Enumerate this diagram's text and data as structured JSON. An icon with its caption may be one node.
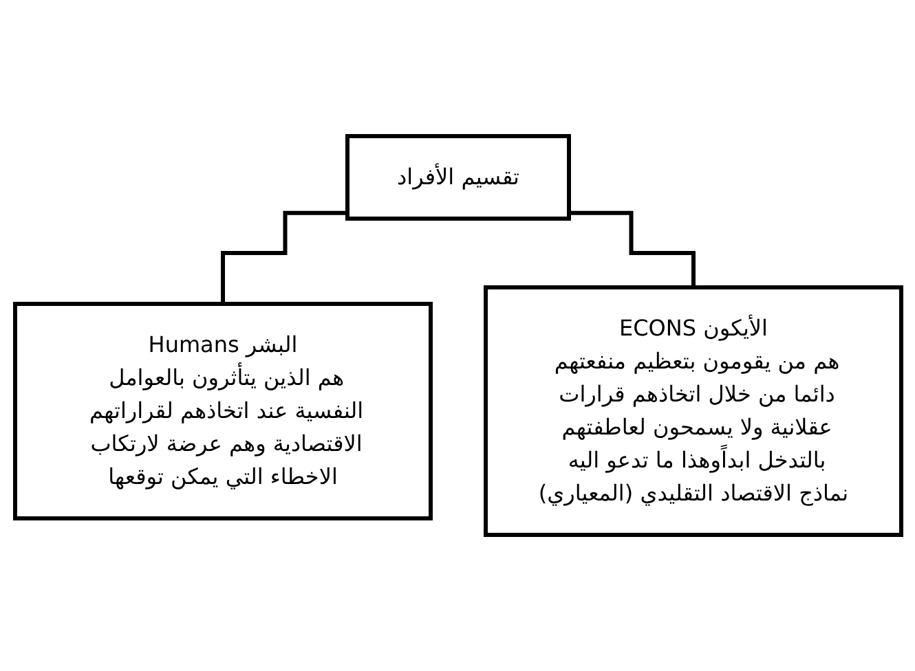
{
  "diagram": {
    "nodes": [
      {
        "text": [
          "تقسيم الأفراد"
        ]
      },
      {
        "text": [
          "البشر Humans",
          "هم الذين يتأثرون بالعوامل النفسية عند اتخاذهم لقراراتهم الاقتصادية وهم عرضة لارتكاب الاخطاء التي يمكن توقعها"
        ]
      },
      {
        "text": [
          "الأيكون ECONS",
          "هم من يقومون بتعظيم منفعتهم دائما من خلال اتخاذهم قرارات عقلانية ولا يسمحون لعاطفتهم بالتدخل ابداًوهذا ما تدعو اليه نماذج الاقتصاد التقليدي (المعياري)"
        ]
      }
    ],
    "edges": [
      {
        "from": 0,
        "to": 1,
        "arrow": "none"
      },
      {
        "from": 0,
        "to": 2,
        "arrow": "none"
      }
    ]
  }
}
